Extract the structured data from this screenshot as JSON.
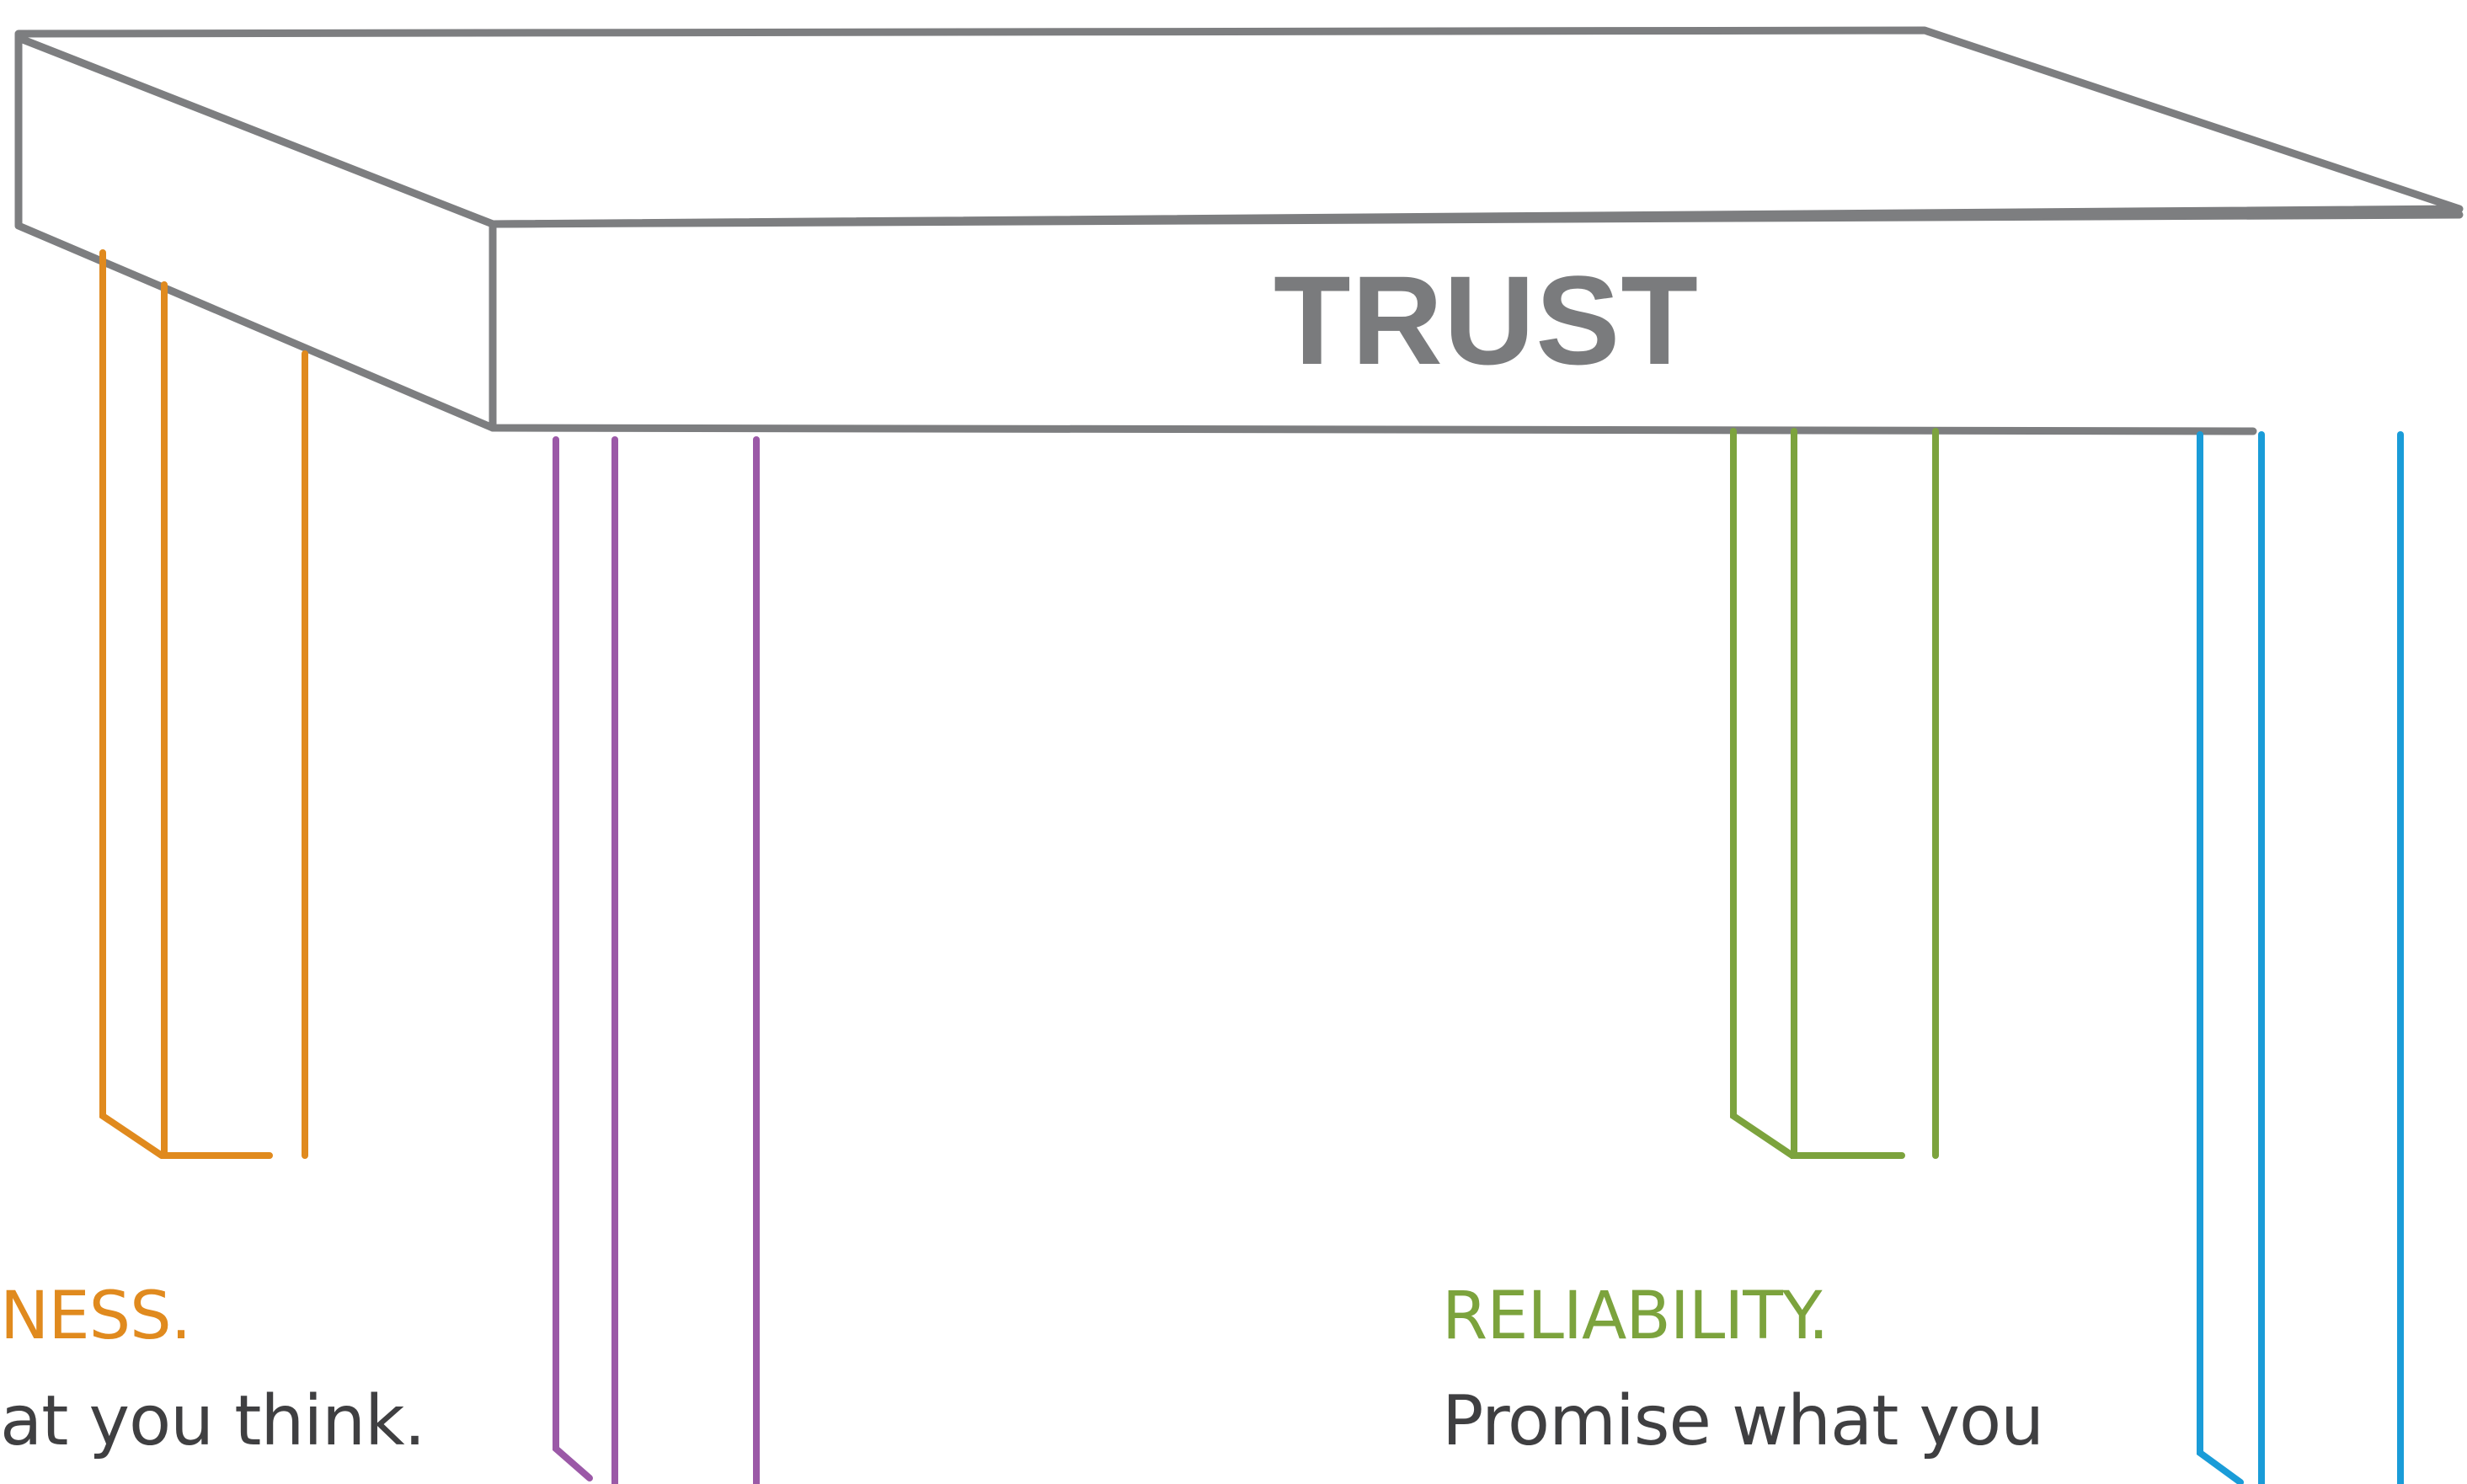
{
  "diagram": {
    "table_label": "TRUST",
    "colors": {
      "outline": "#7d7e80",
      "text": "#7a7b7d",
      "openness": "#e08a1e",
      "purple_leg": "#9b59a7",
      "reliability": "#7ca33d",
      "blue_leg": "#1a9cd8",
      "body_text": "#3f3f41"
    },
    "legs": [
      {
        "id": "left-back",
        "color_key": "openness"
      },
      {
        "id": "left-front",
        "color_key": "purple_leg"
      },
      {
        "id": "right-back",
        "color_key": "reliability"
      },
      {
        "id": "right-front",
        "color_key": "blue_leg"
      }
    ],
    "captions": [
      {
        "id": "openness",
        "title": "NESS.",
        "text": "at you think.",
        "color_key": "openness"
      },
      {
        "id": "reliability",
        "title": "RELIABILITY.",
        "text": "Promise what you",
        "color_key": "reliability"
      }
    ]
  }
}
